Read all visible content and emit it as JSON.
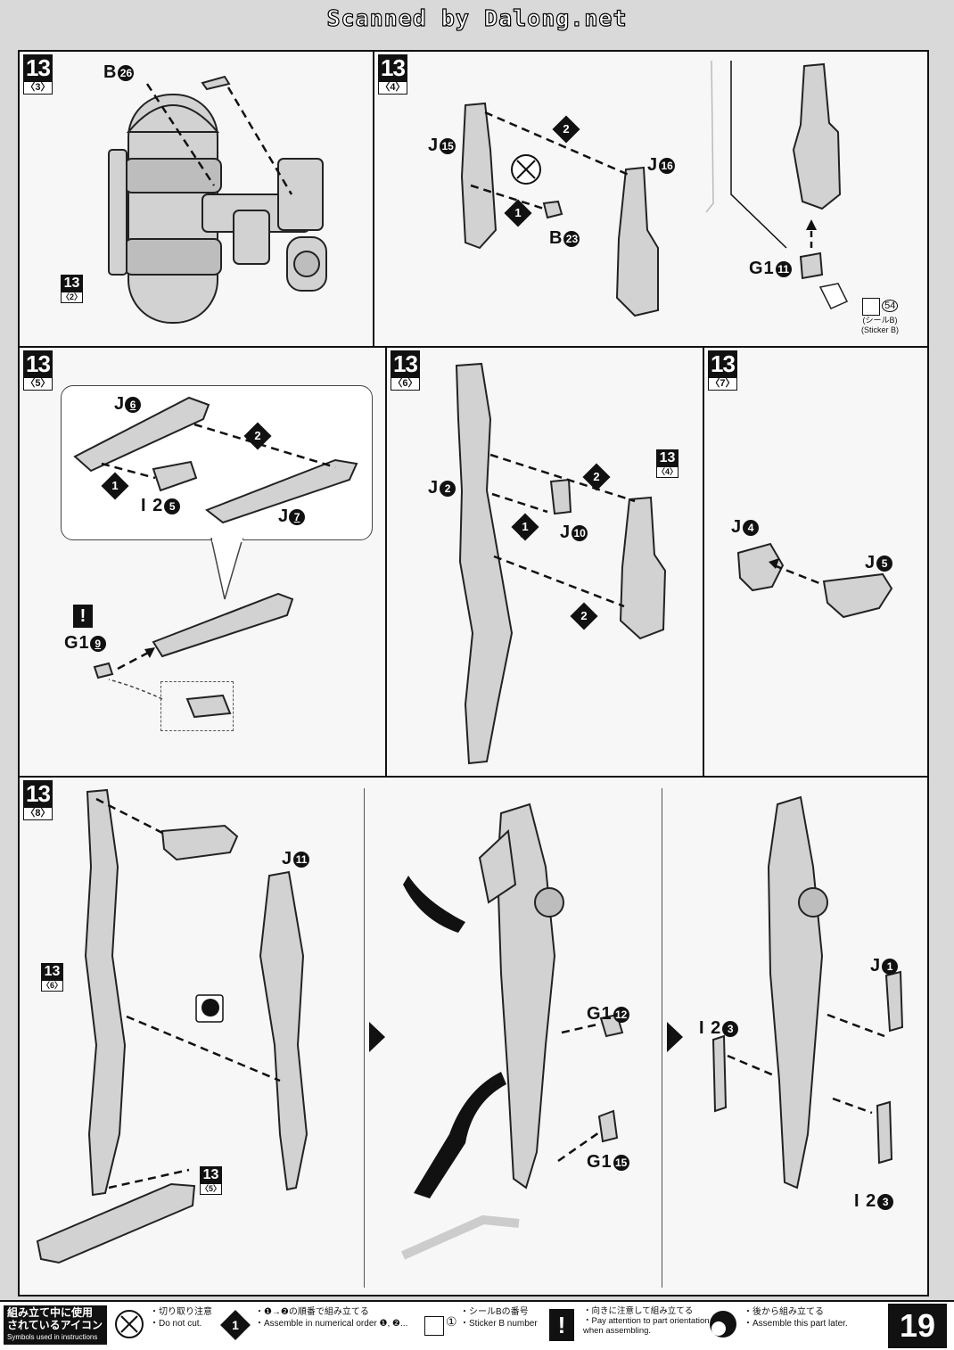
{
  "watermark": "Scanned by Dalong.net",
  "panels": {
    "p3": {
      "step": "13",
      "sub": "〈3〉",
      "label_b26": "B",
      "num_b26": "26",
      "ref": {
        "step": "13",
        "sub": "〈2〉"
      }
    },
    "p4": {
      "step": "13",
      "sub": "〈4〉",
      "label_j15": "J",
      "num_j15": "15",
      "label_j16": "J",
      "num_j16": "16",
      "label_b23": "B",
      "num_b23": "23",
      "label_g111": "G1",
      "num_g111": "11",
      "sticker_num": "54",
      "sticker_jp": "(シールB)",
      "sticker_en": "(Sticker B)",
      "order1": "1",
      "order2": "2"
    },
    "p5": {
      "step": "13",
      "sub": "〈5〉",
      "label_j6": "J",
      "num_j6": "6",
      "label_i25": "I 2",
      "num_i25": "5",
      "label_j7": "J",
      "num_j7": "7",
      "label_g19": "G1",
      "num_g19": "9",
      "order1": "1",
      "order2": "2",
      "excl": "!"
    },
    "p6": {
      "step": "13",
      "sub": "〈6〉",
      "label_j2": "J",
      "num_j2": "2",
      "label_j10": "J",
      "num_j10": "10",
      "ref": {
        "step": "13",
        "sub": "〈4〉"
      },
      "order1": "1",
      "order2a": "2",
      "order2b": "2"
    },
    "p7": {
      "step": "13",
      "sub": "〈7〉",
      "label_j4": "J",
      "num_j4": "4",
      "label_j5": "J",
      "num_j5": "5"
    },
    "p8": {
      "step": "13",
      "sub": "〈8〉",
      "label_j11": "J",
      "num_j11": "11",
      "ref6": {
        "step": "13",
        "sub": "〈6〉"
      },
      "ref5": {
        "step": "13",
        "sub": "〈5〉"
      },
      "label_g112": "G1",
      "num_g112": "12",
      "label_g115": "G1",
      "num_g115": "15",
      "label_j1": "J",
      "num_j1": "1",
      "label_i23a": "I 2",
      "num_i23a": "3",
      "label_i23b": "I 2",
      "num_i23b": "3"
    }
  },
  "footer": {
    "title_jp1": "組み立て中に使用",
    "title_jp2": "されているアイコン",
    "title_en": "Symbols used in instructions",
    "items": [
      {
        "jp": "・切り取り注意",
        "en": "・Do not cut."
      },
      {
        "jp": "・❶→❷の順番で組み立てる",
        "en": "・Assemble in numerical order ❶, ❷..."
      },
      {
        "jp": "・シールBの番号",
        "en": "・Sticker B number",
        "num": "①"
      },
      {
        "jp": "・向きに注意して組み立てる",
        "en": "・Pay attention to part orientation",
        "en2": "when assembling."
      },
      {
        "jp": "・後から組み立てる",
        "en": "・Assemble this part later."
      }
    ],
    "icon_order": "1",
    "icon_excl": "!",
    "page": "19"
  }
}
